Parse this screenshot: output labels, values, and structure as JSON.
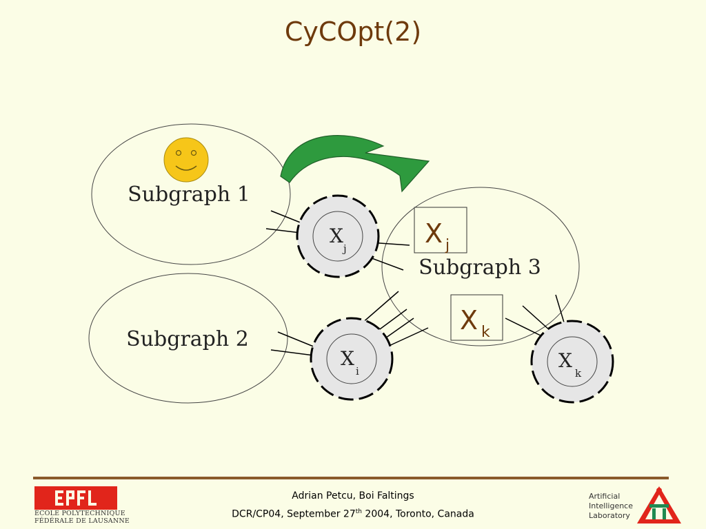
{
  "slide": {
    "title": "CyCOpt(2)"
  },
  "diagram": {
    "subgraph1": "Subgraph 1",
    "subgraph2": "Subgraph 2",
    "subgraph3": "Subgraph 3",
    "node_xj": {
      "base": "X",
      "sub": "j"
    },
    "node_xi": {
      "base": "X",
      "sub": "i"
    },
    "node_xk": {
      "base": "X",
      "sub": "k"
    },
    "copy_xj": {
      "base": "X",
      "sub": "j"
    },
    "copy_xk": {
      "base": "X",
      "sub": "k"
    },
    "colors": {
      "arrow": "#2e9a3e",
      "smiley": "#f6c619",
      "node_fill": "#e6e6e6",
      "copy_label": "#6e3a0c"
    }
  },
  "footer": {
    "authors": "Adrian Petcu, Boi Faltings",
    "event_prefix": "DCR/CP04, September 27",
    "event_sup": "th",
    "event_suffix": " 2004, Toronto, Canada",
    "epfl_line1": "ÉCOLE POLYTECHNIQUE",
    "epfl_line2": "FÉDÉRALE DE LAUSANNE",
    "lab_line1": "Artificial",
    "lab_line2": "Intelligence",
    "lab_line3": "Laboratory"
  }
}
